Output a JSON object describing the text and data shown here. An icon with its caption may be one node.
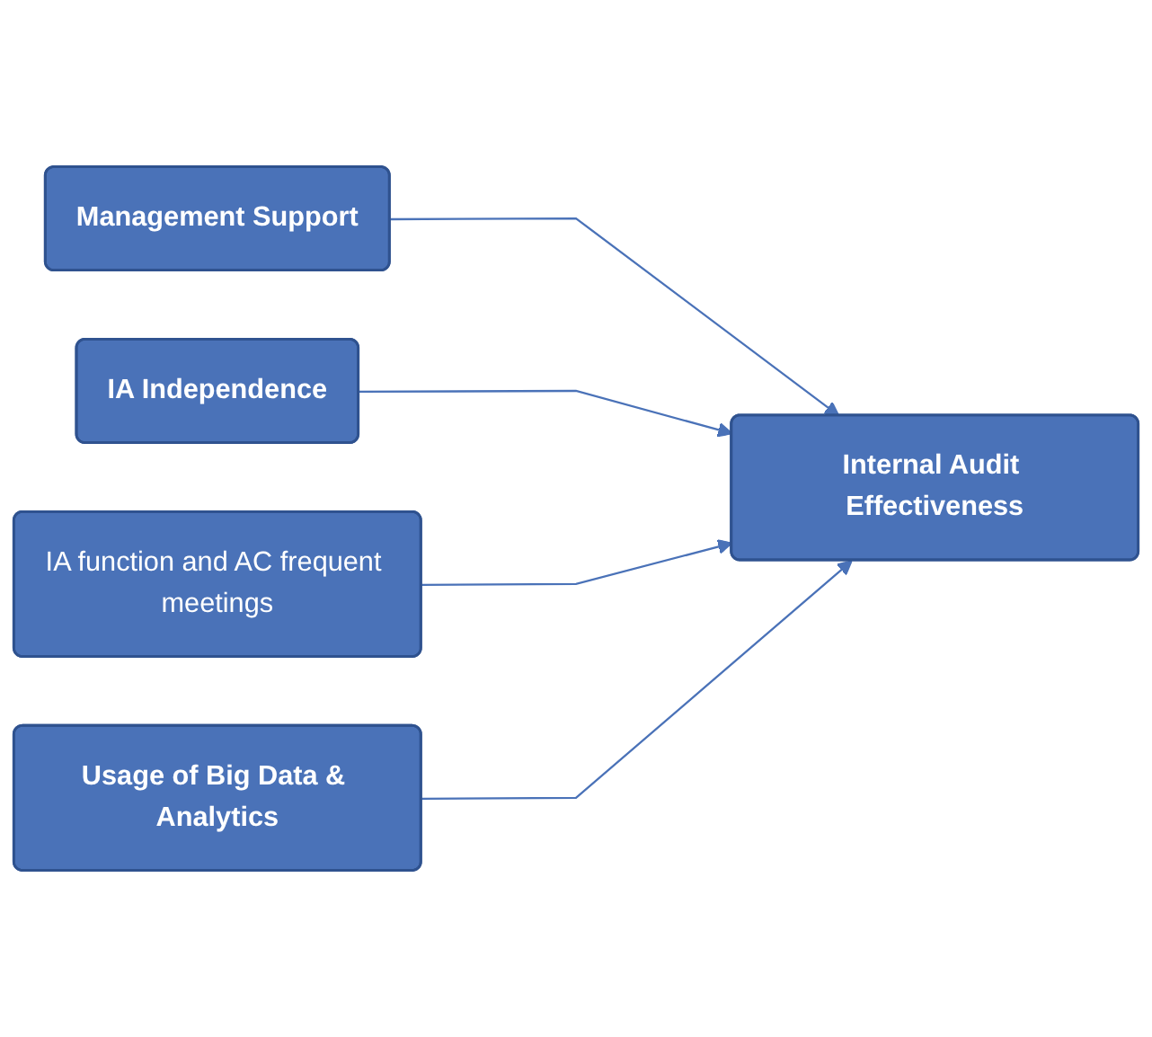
{
  "diagram": {
    "nodes": [
      {
        "text": [
          "Management Support"
        ]
      },
      {
        "text": [
          "IA Independence"
        ]
      },
      {
        "text": [
          "IA function and AC frequent meetings"
        ]
      },
      {
        "text": [
          "Usage of Big Data & Analytics"
        ]
      },
      {
        "text": [
          "Internal Audit Effectiveness"
        ]
      }
    ],
    "edges": [
      {
        "from": 0,
        "to": 4,
        "arrow": "to"
      },
      {
        "from": 1,
        "to": 4,
        "arrow": "to"
      },
      {
        "from": 2,
        "to": 4,
        "arrow": "to"
      },
      {
        "from": 3,
        "to": 4,
        "arrow": "to"
      }
    ]
  }
}
